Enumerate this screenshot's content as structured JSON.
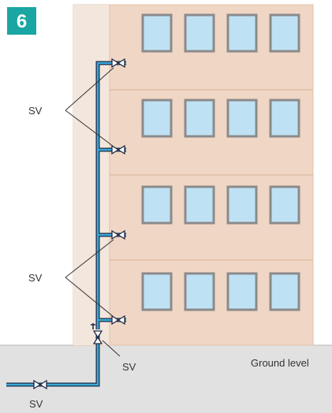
{
  "badge": {
    "text": "6",
    "color": "#1aa6a2"
  },
  "labels": {
    "sv_upper": "SV",
    "sv_lower": "SV",
    "sv_base": "SV",
    "sv_ground": "SV",
    "ground_level": "Ground level"
  },
  "colors": {
    "building": "#f0d6c4",
    "building_stripe": "#f3e6dc",
    "ground": "#e1e1e1",
    "window_fill": "#bfe1f4",
    "window_frame": "#8b8b8b",
    "pipe": "#3aa9d9",
    "pipe_outline": "#1e2a44"
  },
  "icons": [
    "isolation-valve-icon",
    "check-valve-icon"
  ]
}
